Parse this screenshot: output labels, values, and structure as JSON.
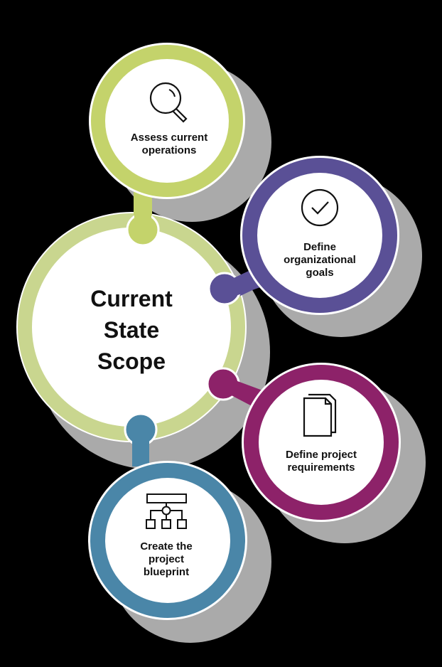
{
  "colors": {
    "background": "#000000",
    "shadow": "#c8c8c8",
    "green": "#c4d36b",
    "green_light": "#c9d68f",
    "purple": "#5a5096",
    "magenta": "#8d2269",
    "blue": "#4a86a8",
    "white": "#ffffff",
    "text": "#111111"
  },
  "center": {
    "title_lines": [
      "Current",
      "State",
      "Scope"
    ]
  },
  "nodes": [
    {
      "id": "assess",
      "icon": "magnifier-icon",
      "lines": [
        "Assess current",
        "operations"
      ],
      "color": "green"
    },
    {
      "id": "goals",
      "icon": "checkmark-circle-icon",
      "lines": [
        "Define",
        "organizational",
        "goals"
      ],
      "color": "purple"
    },
    {
      "id": "requirements",
      "icon": "documents-icon",
      "lines": [
        "Define project",
        "requirements"
      ],
      "color": "magenta"
    },
    {
      "id": "blueprint",
      "icon": "hierarchy-icon",
      "lines": [
        "Create the",
        "project",
        "blueprint"
      ],
      "color": "blue"
    }
  ]
}
